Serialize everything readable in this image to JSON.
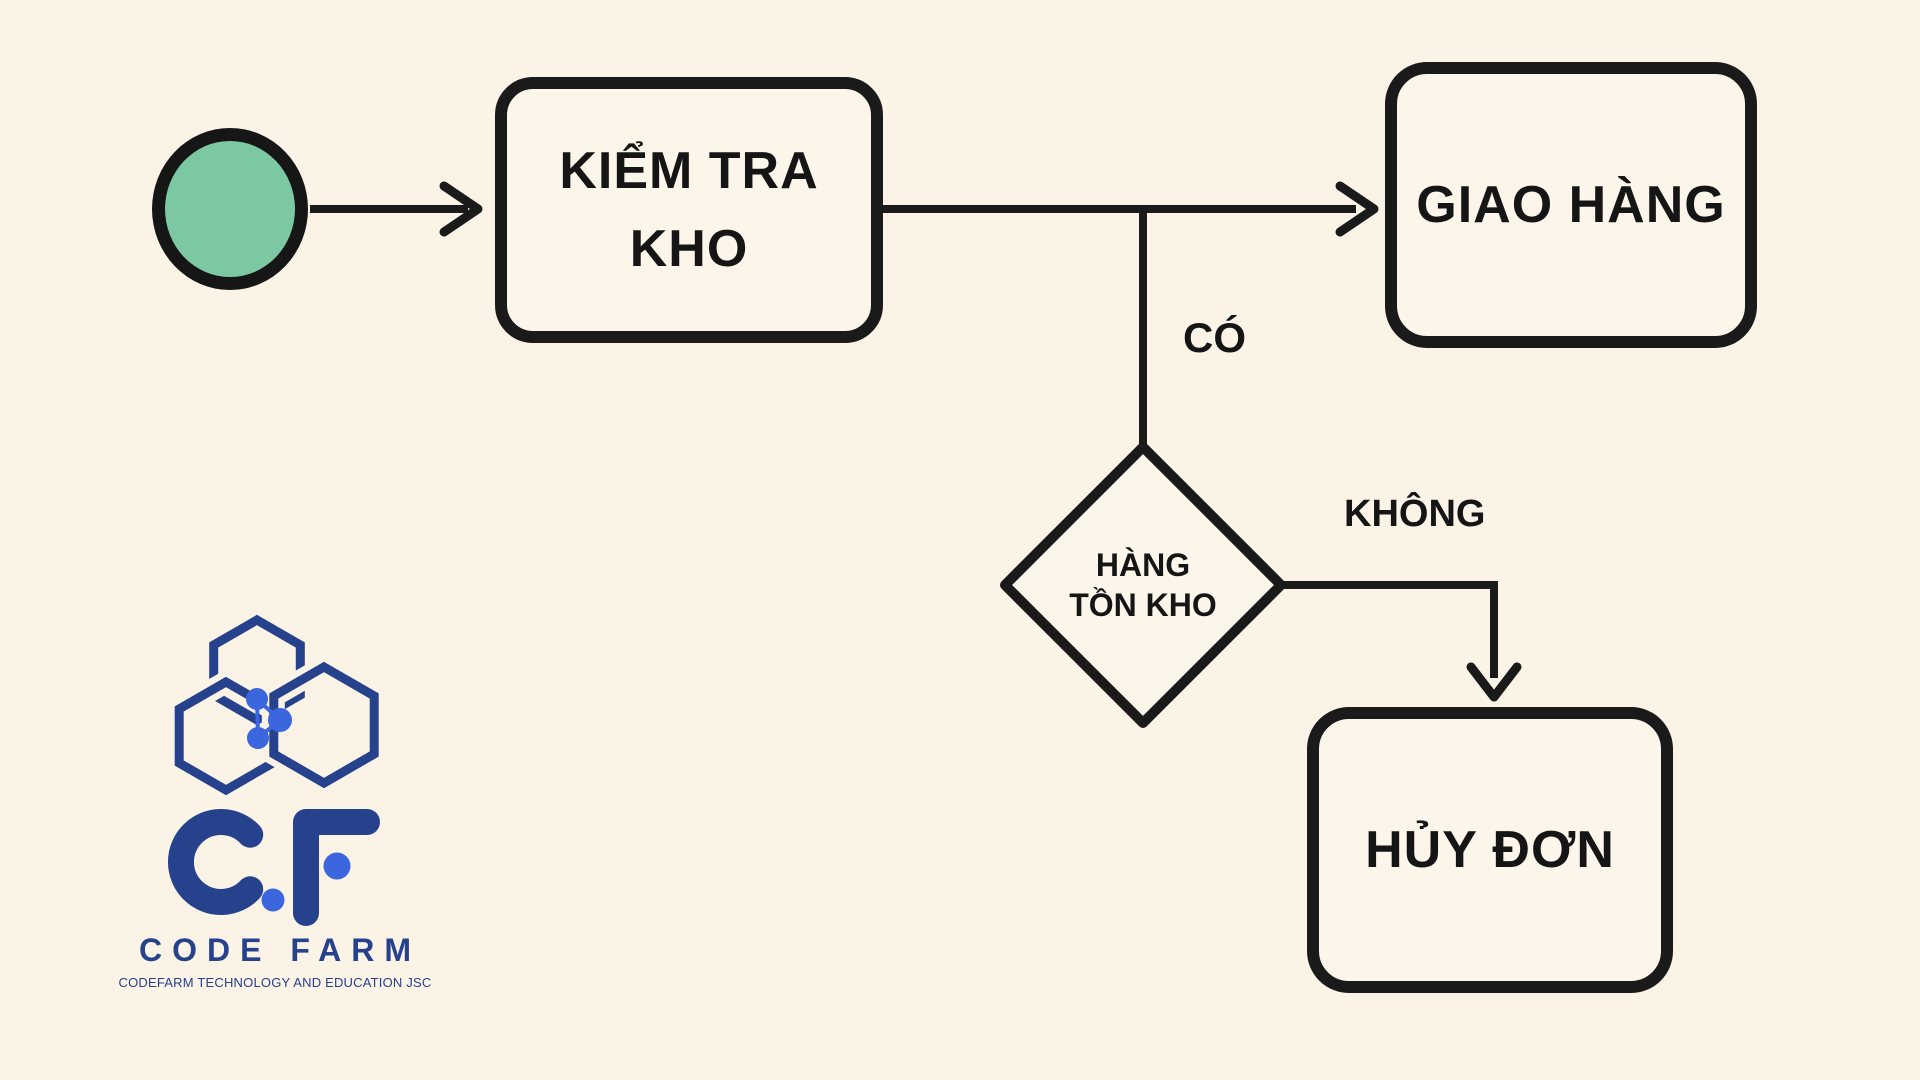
{
  "page": {
    "background_color": "#faf3e6",
    "line_color": "#1a1a1a",
    "node_fill_color": "#fbf5ea",
    "text_color": "#151515"
  },
  "flowchart": {
    "start": {
      "type": "start-node",
      "fill_color": "#7cc8a3"
    },
    "check_stock": {
      "label": "KIỂM TRA KHO"
    },
    "deliver": {
      "label": "GIAO HÀNG"
    },
    "decision": {
      "label": "HÀNG TỒN KHO"
    },
    "cancel": {
      "label": "HỦY ĐƠN"
    },
    "edge_yes_label": "CÓ",
    "edge_no_label": "KHÔNG"
  },
  "logo": {
    "monogram": "C.F",
    "company": "CODE FARM",
    "tagline": "CODEFARM TECHNOLOGY AND EDUCATION JSC",
    "navy_color": "#26428c",
    "accent_blue_color": "#3b66de"
  }
}
